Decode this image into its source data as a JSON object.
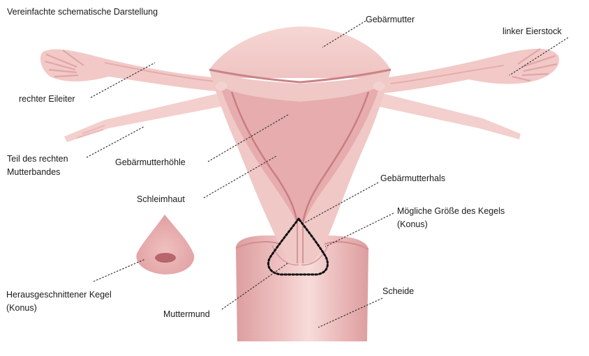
{
  "title": "Vereinfachte schematische Darstellung",
  "labels": {
    "gebaermutter": "Gebärmutter",
    "linker_eierstock": "linker Eierstock",
    "rechter_eileiter": "rechter Eileiter",
    "mutterband_line1": "Teil des rechten",
    "mutterband_line2": "Mutterbandes",
    "gebaermutterhoehle": "Gebärmutterhöhle",
    "gebaermutterhals": "Gebärmutterhals",
    "schleimhaut": "Schleimhaut",
    "kegel_line1": "Mögliche Größe des Kegels",
    "kegel_line2": "(Konus)",
    "herausgeschnitten_line1": "Herausgeschnittener Kegel",
    "herausgeschnitten_line2": "(Konus)",
    "scheide": "Scheide",
    "muttermund": "Muttermund"
  },
  "colors": {
    "tissue_light": "#f2cbc9",
    "tissue_mid": "#e9b1b1",
    "tissue_dark": "#d99395",
    "tissue_line": "#c97c80",
    "cavity": "#e2a3a6",
    "leader": "#333333",
    "cone_outline": "#111111"
  }
}
